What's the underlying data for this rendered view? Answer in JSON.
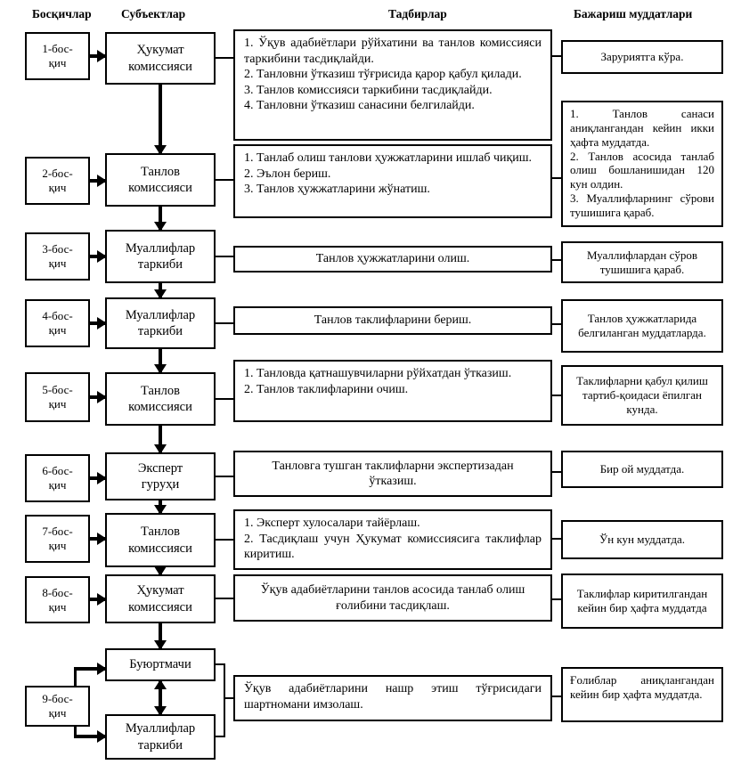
{
  "headers": {
    "stages": "Босқичлар",
    "subjects": "Субъектлар",
    "activities": "Тадбирлар",
    "deadlines": "Бажариш муддатлари"
  },
  "rows": [
    {
      "stage": "1-бос-\nқич",
      "subject": "Ҳукумат\nкомиссияси",
      "activity": "1. Ўқув адабиётлари рўйхатини ва танлов комиссияси таркибини тасдиқлайди.\n2. Танловни ўтказиш тўғрисида қарор қабул қилади.\n3. Танлов комиссияси таркибини тасдиқлайди.\n4. Танловни ўтказиш санасини белгилайди.",
      "deadline": "Заруриятга кўра."
    },
    {
      "stage": "2-бос-\nқич",
      "subject": "Танлов\nкомиссияси",
      "activity": "1. Танлаб олиш танлови ҳужжатларини ишлаб чиқиш.\n2. Эълон бериш.\n3. Танлов ҳужжатларини жўнатиш.",
      "deadline": "1. Танлов санаси аниқлангандан кейин икки ҳафта муддатда.\n2. Танлов асосида танлаб олиш бошланишидан 120 кун олдин.\n3. Муаллифларнинг сўрови тушишига қараб."
    },
    {
      "stage": "3-бос-\nқич",
      "subject": "Муаллифлар\nтаркиби",
      "activity": "Танлов ҳужжатларини олиш.",
      "deadline": "Муаллифлардан сўров тушишига қараб."
    },
    {
      "stage": "4-бос-\nқич",
      "subject": "Муаллифлар\nтаркиби",
      "activity": "Танлов таклифларини бериш.",
      "deadline": "Танлов ҳужжатларида белгиланган муддатларда."
    },
    {
      "stage": "5-бос-\nқич",
      "subject": "Танлов\nкомиссияси",
      "activity": "1. Танловда қатнашувчиларни рўйхатдан ўтказиш.\n2. Танлов таклифларини очиш.",
      "deadline": "Таклифларни қабул қилиш тартиб-қоидаси ёпилган кунда."
    },
    {
      "stage": "6-бос-\nқич",
      "subject": "Эксперт\nгуруҳи",
      "activity": "Танловга тушган таклифларни экспертизадан ўтказиш.",
      "deadline": "Бир ой муддатда."
    },
    {
      "stage": "7-бос-\nқич",
      "subject": "Танлов\nкомиссияси",
      "activity": "1. Эксперт хулосалари тайёрлаш.\n2. Тасдиқлаш учун Ҳукумат комиссиясига таклифлар киритиш.",
      "deadline": "Ўн кун муддатда."
    },
    {
      "stage": "8-бос-\nқич",
      "subject": "Ҳукумат\nкомиссияси",
      "activity": "Ўқув адабиётларини танлов асосида танлаб олиш ғолибини тасдиқлаш.",
      "deadline": "Таклифлар киритилгандан кейин бир ҳафта муддатда"
    },
    {
      "stage": "9-бос-\nқич",
      "subjects": {
        "top": "Буюртмачи",
        "bottom": "Муаллифлар\nтаркиби"
      },
      "activity": "Ўқув адабиётларини нашр этиш тўғрисидаги шартномани имзолаш.",
      "deadline": "Ғолиблар аниқлангандан кейин бир ҳафта муддатда."
    }
  ]
}
